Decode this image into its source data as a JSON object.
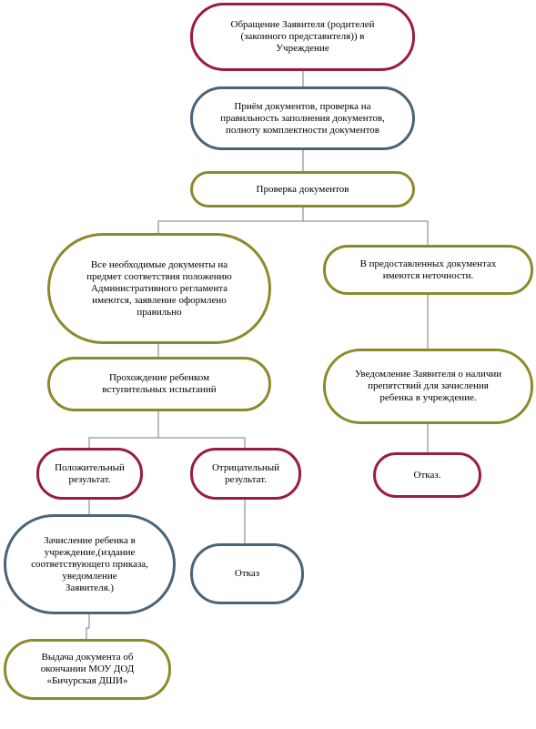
{
  "colors": {
    "red": "#9b1c3c",
    "teal": "#4a6478",
    "olive": "#8b8a2c",
    "connector": "#7a7a7a"
  },
  "nodes": {
    "appeal": "Обращение Заявителя (родителей\n(законного представителя)) в\nУчреждение",
    "reception": "Приём документов, проверка на\nправильность заполнения документов,\nполноту комплектности документов",
    "check": "Проверка документов",
    "docs_ok": "Все необходимые документы  на\nпредмет соответствия  положению\nАдминистративного регламента\nимеются, заявление оформлено\nправильно",
    "docs_bad": "В предоставленных документах\nимеются неточности.",
    "entrance_tests": "Прохождение ребенком\nвступительных испытаний",
    "notice_obstacles": "Уведомление Заявителя о наличии\nпрепятствий для зачисления\nребенка в учреждение.",
    "positive": "Положительный\nрезультат.",
    "negative": "Отрицательный\nрезультат.",
    "refusal_right": "Отказ.",
    "enrollment": "Зачисление ребенка в\nучреждение,(издание\nсоответствующего приказа,\nуведомление\nЗаявителя.)",
    "refusal_mid": "Отказ",
    "certificate": "Выдача документа об\nокончании МОУ ДОД\n«Бичурская ДШИ»"
  }
}
